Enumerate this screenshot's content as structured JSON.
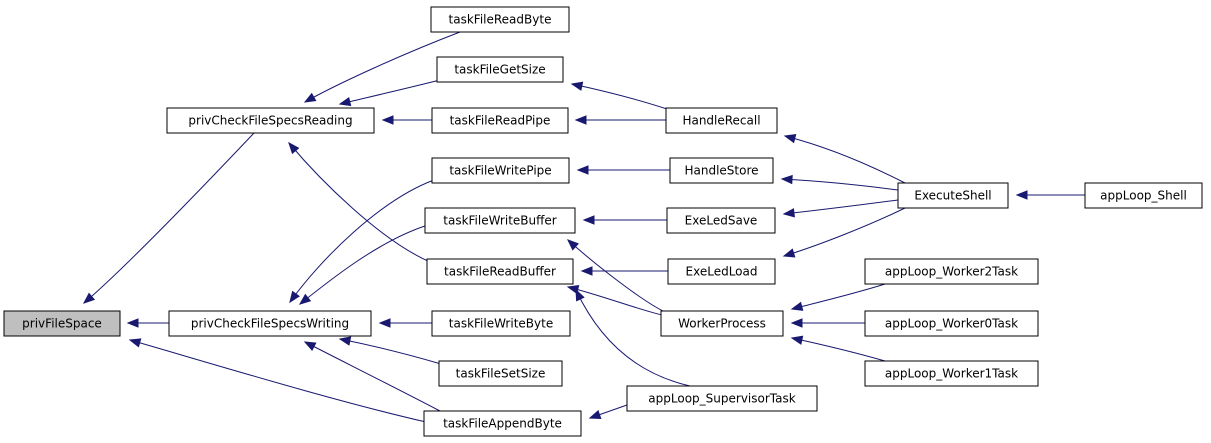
{
  "colors": {
    "edge": "#191970",
    "node_fill": "#ffffff",
    "root_fill": "#bfbfbf",
    "border": "#000000"
  },
  "nodes": {
    "privFileSpace": "privFileSpace",
    "privCheckFileSpecsReading": "privCheckFileSpecsReading",
    "privCheckFileSpecsWriting": "privCheckFileSpecsWriting",
    "taskFileAppendByte": "taskFileAppendByte",
    "taskFileReadByte": "taskFileReadByte",
    "taskFileGetSize": "taskFileGetSize",
    "taskFileReadPipe": "taskFileReadPipe",
    "taskFileReadBuffer": "taskFileReadBuffer",
    "taskFileWritePipe": "taskFileWritePipe",
    "taskFileWriteBuffer": "taskFileWriteBuffer",
    "taskFileWriteByte": "taskFileWriteByte",
    "taskFileSetSize": "taskFileSetSize",
    "HandleRecall": "HandleRecall",
    "HandleStore": "HandleStore",
    "ExeLedSave": "ExeLedSave",
    "ExeLedLoad": "ExeLedLoad",
    "WorkerProcess": "WorkerProcess",
    "appLoop_SupervisorTask": "appLoop_SupervisorTask",
    "ExecuteShell": "ExecuteShell",
    "appLoop_Shell": "appLoop_Shell",
    "appLoop_Worker2Task": "appLoop_Worker2Task",
    "appLoop_Worker0Task": "appLoop_Worker0Task",
    "appLoop_Worker1Task": "appLoop_Worker1Task"
  },
  "root": "privFileSpace",
  "edges": [
    [
      "privCheckFileSpecsReading",
      "privFileSpace"
    ],
    [
      "privCheckFileSpecsWriting",
      "privFileSpace"
    ],
    [
      "taskFileAppendByte",
      "privFileSpace"
    ],
    [
      "taskFileReadByte",
      "privCheckFileSpecsReading"
    ],
    [
      "taskFileGetSize",
      "privCheckFileSpecsReading"
    ],
    [
      "taskFileReadPipe",
      "privCheckFileSpecsReading"
    ],
    [
      "taskFileReadBuffer",
      "privCheckFileSpecsReading"
    ],
    [
      "taskFileWritePipe",
      "privCheckFileSpecsWriting"
    ],
    [
      "taskFileWriteBuffer",
      "privCheckFileSpecsWriting"
    ],
    [
      "taskFileWriteByte",
      "privCheckFileSpecsWriting"
    ],
    [
      "taskFileSetSize",
      "privCheckFileSpecsWriting"
    ],
    [
      "taskFileAppendByte",
      "privCheckFileSpecsWriting"
    ],
    [
      "HandleRecall",
      "taskFileGetSize"
    ],
    [
      "HandleRecall",
      "taskFileReadPipe"
    ],
    [
      "HandleStore",
      "taskFileWritePipe"
    ],
    [
      "ExeLedSave",
      "taskFileWriteBuffer"
    ],
    [
      "WorkerProcess",
      "taskFileWriteBuffer"
    ],
    [
      "ExeLedLoad",
      "taskFileReadBuffer"
    ],
    [
      "WorkerProcess",
      "taskFileReadBuffer"
    ],
    [
      "appLoop_SupervisorTask",
      "taskFileReadBuffer"
    ],
    [
      "appLoop_SupervisorTask",
      "taskFileAppendByte"
    ],
    [
      "ExecuteShell",
      "HandleRecall"
    ],
    [
      "ExecuteShell",
      "HandleStore"
    ],
    [
      "ExecuteShell",
      "ExeLedSave"
    ],
    [
      "ExecuteShell",
      "ExeLedLoad"
    ],
    [
      "appLoop_Shell",
      "ExecuteShell"
    ],
    [
      "appLoop_Worker2Task",
      "WorkerProcess"
    ],
    [
      "appLoop_Worker0Task",
      "WorkerProcess"
    ],
    [
      "appLoop_Worker1Task",
      "WorkerProcess"
    ]
  ]
}
